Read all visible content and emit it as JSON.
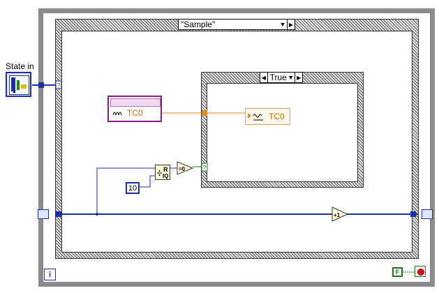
{
  "case_selector": {
    "value": "\"Sample\""
  },
  "inner_case_selector": {
    "value": "True"
  },
  "state_control": {
    "label": "State in"
  },
  "tc0_control": {
    "text": "TC0"
  },
  "tc0_indicator": {
    "text": "TC0"
  },
  "constant_ten": {
    "value": "10"
  },
  "iteration_terminal": {
    "text": "i"
  },
  "false_constant": {
    "text": "F"
  },
  "quotient_node": {
    "top": "R",
    "bottom": "IQ"
  },
  "colors": {
    "wire_blue": "#1c2ea8",
    "wire_orange": "#e08a10",
    "wire_green": "#1a7a1a",
    "loop_gray": "#8c8c8c",
    "control_purple": "#8c1a8c"
  }
}
